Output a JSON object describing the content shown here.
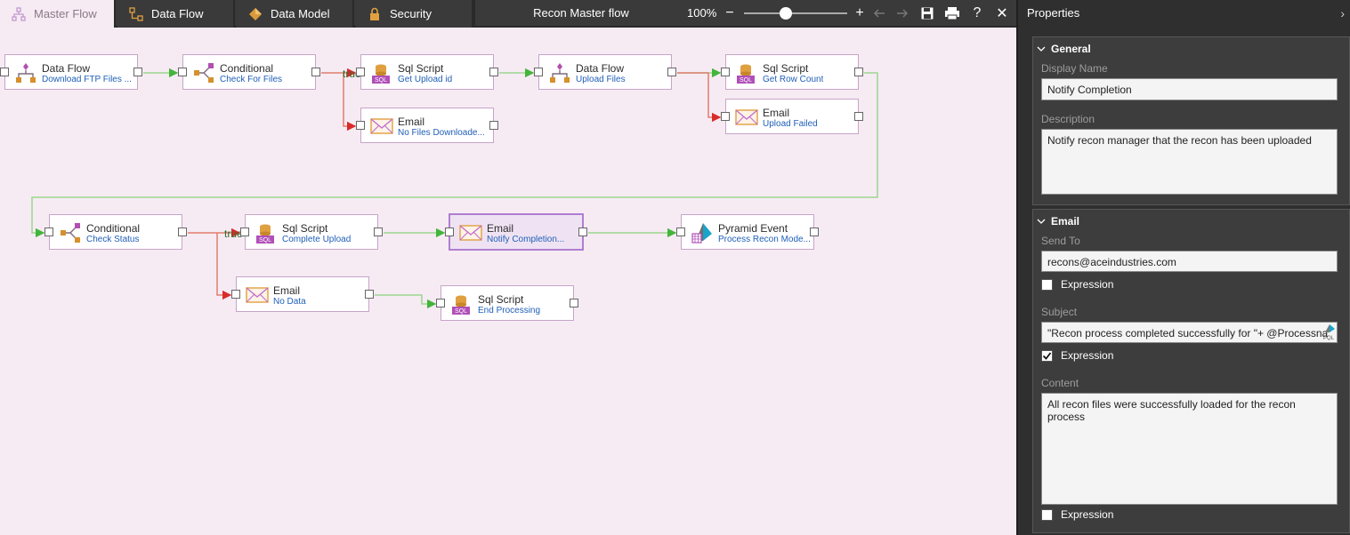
{
  "tabs": [
    {
      "label": "Master Flow",
      "icon": "hierarchy-icon"
    },
    {
      "label": "Data Flow",
      "icon": "data-flow-icon"
    },
    {
      "label": "Data Model",
      "icon": "cube-icon"
    },
    {
      "label": "Security",
      "icon": "lock-icon"
    }
  ],
  "toolbar": {
    "flow_title": "Recon Master flow",
    "zoom": "100%",
    "zoom_out": "−",
    "zoom_in": "+",
    "help": "?",
    "close": "✕"
  },
  "nodes": [
    {
      "id": "n1",
      "type": "dataflow",
      "title": "Data Flow",
      "subtitle": "Download FTP Files ..."
    },
    {
      "id": "n2",
      "type": "conditional",
      "title": "Conditional",
      "subtitle": "Check For Files"
    },
    {
      "id": "n3",
      "type": "sql",
      "title": "Sql Script",
      "subtitle": "Get Upload id"
    },
    {
      "id": "n4",
      "type": "email",
      "title": "Email",
      "subtitle": "No Files Downloade..."
    },
    {
      "id": "n5",
      "type": "dataflow",
      "title": "Data Flow",
      "subtitle": "Upload Files"
    },
    {
      "id": "n6",
      "type": "sql",
      "title": "Sql Script",
      "subtitle": "Get Row Count"
    },
    {
      "id": "n7",
      "type": "email",
      "title": "Email",
      "subtitle": "Upload Failed"
    },
    {
      "id": "n8",
      "type": "conditional",
      "title": "Conditional",
      "subtitle": "Check Status"
    },
    {
      "id": "n9",
      "type": "sql",
      "title": "Sql Script",
      "subtitle": "Complete Upload"
    },
    {
      "id": "n10",
      "type": "email",
      "title": "Email",
      "subtitle": "Notify Completion..."
    },
    {
      "id": "n11",
      "type": "pyramid",
      "title": "Pyramid Event",
      "subtitle": "Process Recon Mode..."
    },
    {
      "id": "n12",
      "type": "email",
      "title": "Email",
      "subtitle": "No Data"
    },
    {
      "id": "n13",
      "type": "sql",
      "title": "Sql Script",
      "subtitle": "End Processing"
    }
  ],
  "condition_labels": [
    "true",
    "true"
  ],
  "sql_badge": "SQL",
  "properties": {
    "title": "Properties",
    "general": {
      "title": "General",
      "display_name_label": "Display Name",
      "display_name": "Notify Completion",
      "description_label": "Description",
      "description": "Notify recon manager that the recon has been uploaded"
    },
    "email": {
      "title": "Email",
      "send_to_label": "Send To",
      "send_to": "recons@aceindustries.com",
      "send_to_expression": "Expression",
      "subject_label": "Subject",
      "subject": "\"Recon process completed successfully for \"+ @Processna",
      "subject_expression": "Expression",
      "content_label": "Content",
      "content": "All recon files were successfully loaded for the recon process",
      "content_expression": "Expression"
    }
  },
  "colors": {
    "canvas": "#f6ebf3",
    "success_link": "#9cd68f",
    "failure_link": "#e37d6d",
    "node_border": "#c7a4c9",
    "selected_border": "#b07ed1"
  }
}
